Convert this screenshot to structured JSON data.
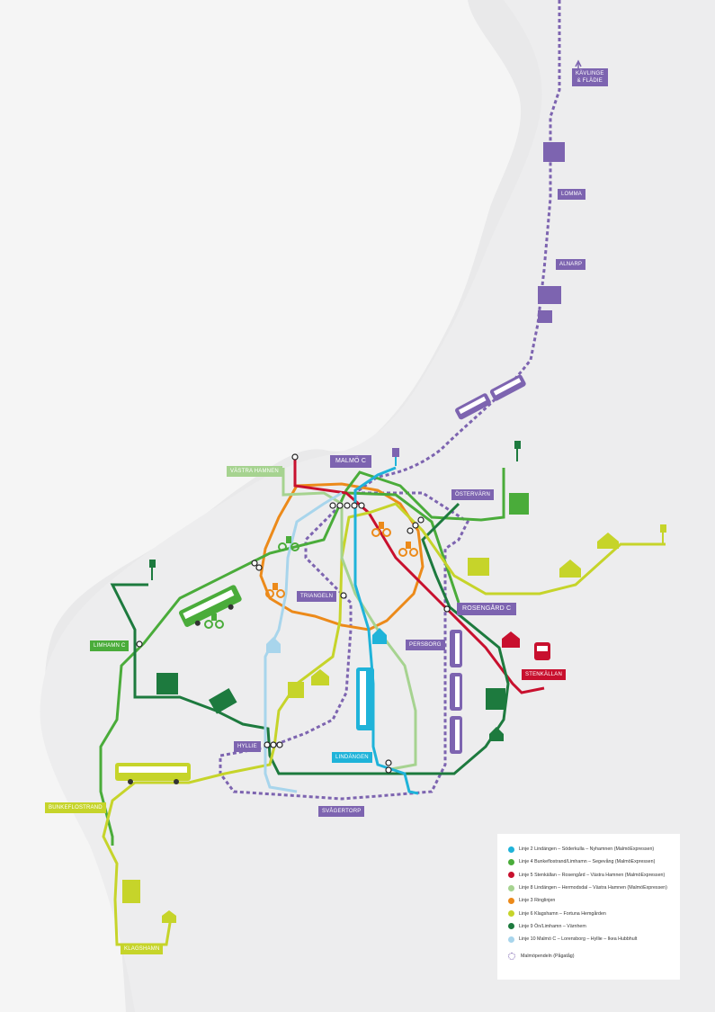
{
  "colors": {
    "background": "#e9e9ea",
    "land": "#f5f5f5",
    "line2": "#1fb3d9",
    "line4": "#4aac3a",
    "line5": "#c8102e",
    "line8": "#a6d390",
    "line3": "#ec8a1a",
    "line6": "#c6d42a",
    "line9": "#1d7a3e",
    "line10": "#a8d5ec",
    "pendel": "#7d64b0",
    "label_bg": "#7d64b0",
    "label_text": "#ffffff"
  },
  "labels": {
    "kavlinge": "KÄVLINGE\n& FLÄDIE",
    "lomma": "LOMMA",
    "alnarp": "ALNARP",
    "malmo_c": "MALMÖ C",
    "vastra_hamnen": "VÄSTRA HAMNEN",
    "ostervarn": "ÖSTERVÄRN",
    "triangeln": "TRIANGELN",
    "rosengard_c": "ROSENGÅRD C",
    "persborg": "PERSBORG",
    "stenkallan": "STENKÄLLAN",
    "limhamn_c": "LIMHAMN C",
    "hyllie": "HYLLIE",
    "lindangen": "LINDÄNGEN",
    "svagertorp": "SVÅGERTORP",
    "bunkeflostrand": "BUNKEFLOSTRAND",
    "klagshamn": "KLAGSHAMN"
  },
  "legend": {
    "items": [
      {
        "key": "line2",
        "text": "Linje 2  Lindängen – Söderkulla – Nyhamnen (MalmöExpressen)"
      },
      {
        "key": "line4",
        "text": "Linje 4  Bunkeflostrand/Limhamn – Segevång (MalmöExpressen)"
      },
      {
        "key": "line5",
        "text": "Linje 5  Stenkällan – Rosengård – Västra Hamnen (MalmöExpressen)"
      },
      {
        "key": "line8",
        "text": "Linje 8  Lindängen – Hermodsdal  – Västra Hamnen (MalmöExpressen)"
      },
      {
        "key": "line3",
        "text": "Linje 3  Ringlinjen"
      },
      {
        "key": "line6",
        "text": "Linje 6  Klagshamn – Fortuna Hemgården"
      },
      {
        "key": "line9",
        "text": "Linje 9  Ön/Limhamn – Värnhem"
      },
      {
        "key": "line10",
        "text": "Linje 10  Malmö C – Lorensborg – Hyllie – Ikea Hubbhult"
      }
    ],
    "pendel": "Malmöpendeln  (Pågatåg)"
  },
  "icons": [
    "bus-icon",
    "bicycle-icon",
    "building-icon",
    "house-icon",
    "train-icon",
    "bus-stop-sign-icon",
    "person-icon"
  ]
}
